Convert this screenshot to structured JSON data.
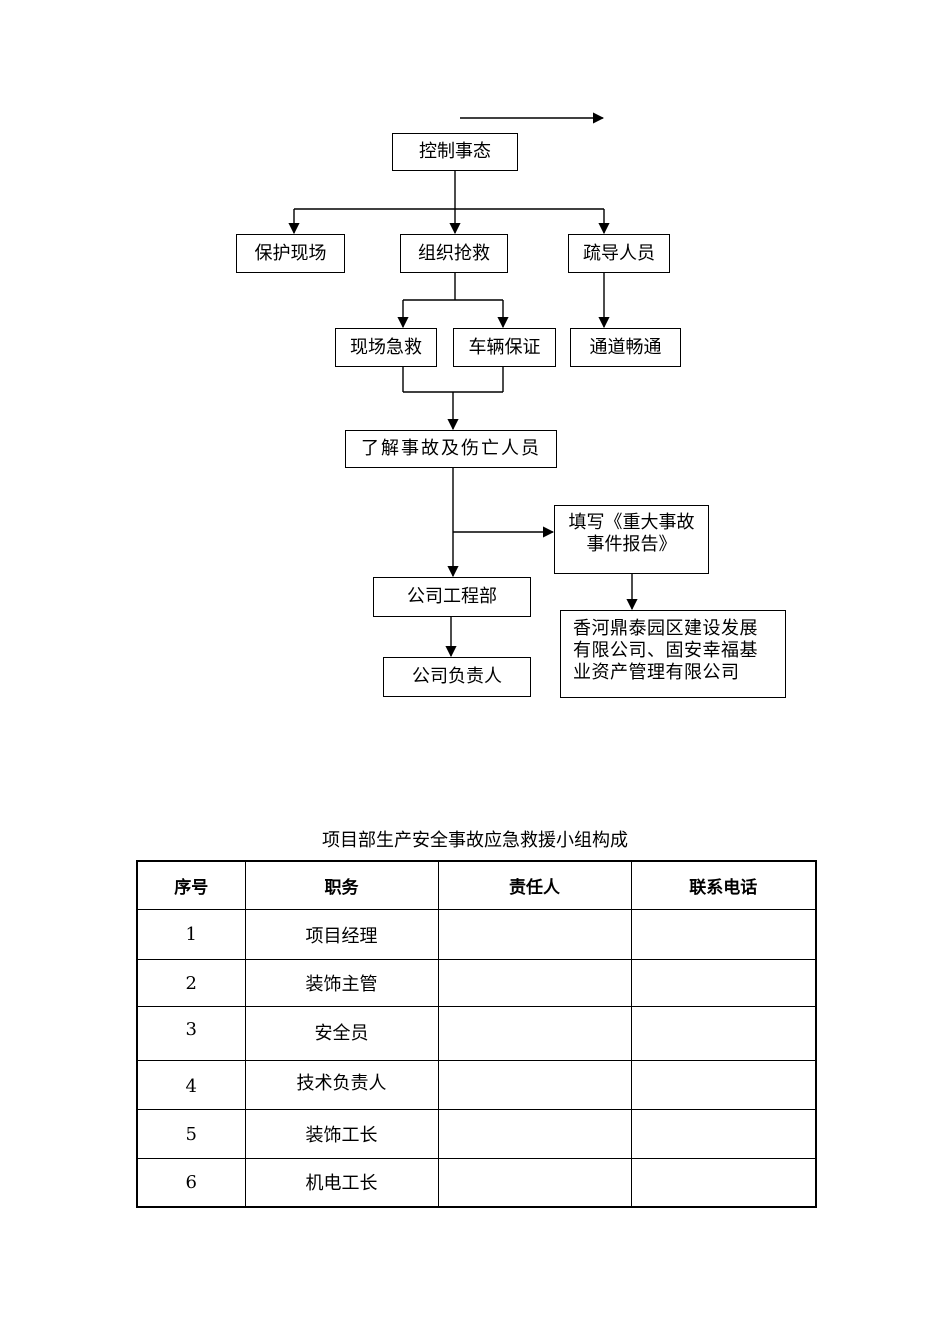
{
  "flowchart": {
    "control": "控制事态",
    "protect_scene": "保护现场",
    "organize_rescue": "组织抢救",
    "evacuate": "疏导人员",
    "onsite_aid": "现场急救",
    "vehicle": "车辆保证",
    "passage": "通道畅通",
    "learn_casualties": "了解事故及伤亡人员",
    "report_line1": "填写《重大事故",
    "report_line2": "事件报告》",
    "engineering": "公司工程部",
    "company_head": "公司负责人",
    "owner_line1": "香河鼎泰园区建设发展",
    "owner_line2": "有限公司、固安幸福基",
    "owner_line3": "业资产管理有限公司"
  },
  "table": {
    "caption": "项目部生产安全事故应急救援小组构成",
    "headers": [
      "序号",
      "职务",
      "责任人",
      "联系电话"
    ],
    "rows": [
      {
        "no": "1",
        "role": "项目经理",
        "person": "",
        "phone": ""
      },
      {
        "no": "2",
        "role": "装饰主管",
        "person": "",
        "phone": ""
      },
      {
        "no": "3",
        "role": "安全员",
        "person": "",
        "phone": ""
      },
      {
        "no": "4",
        "role": "技术负责人",
        "person": "",
        "phone": ""
      },
      {
        "no": "5",
        "role": "装饰工长",
        "person": "",
        "phone": ""
      },
      {
        "no": "6",
        "role": "机电工长",
        "person": "",
        "phone": ""
      }
    ]
  }
}
